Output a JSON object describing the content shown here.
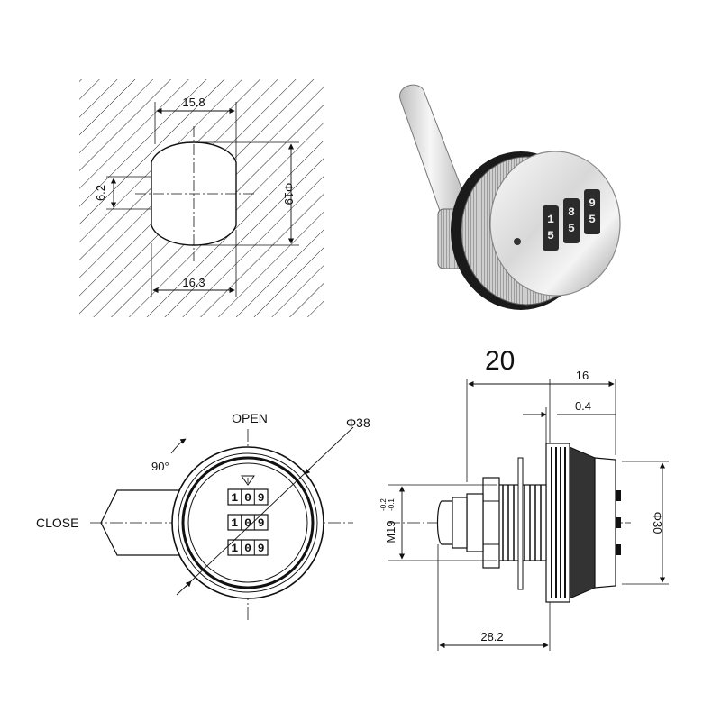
{
  "cutout": {
    "width_top": "15.8",
    "width_bottom": "16.3",
    "flat_height": "6.2",
    "diameter": "Φ19"
  },
  "front_view": {
    "open_label": "OPEN",
    "close_label": "CLOSE",
    "angle_label": "90°",
    "diameter": "Φ38",
    "dial_rows": [
      [
        "1",
        "0",
        "9"
      ],
      [
        "1",
        "0",
        "9"
      ],
      [
        "1",
        "0",
        "9"
      ]
    ]
  },
  "side_view": {
    "overall_label": "20",
    "depth": "16",
    "gap": "0.4",
    "length": "28.2",
    "diameter": "Φ30",
    "thread": "M19",
    "thread_tolerance_upper": "-0.2",
    "thread_tolerance_lower": "-0.1"
  },
  "photo": {
    "wheel_digits": [
      "1",
      "5",
      "8",
      "5",
      "9",
      "5"
    ]
  },
  "colors": {
    "line": "#111111",
    "chrome_light": "#e9e9e9",
    "chrome_dark": "#8a8a8a",
    "gasket": "#1a1a1a"
  }
}
